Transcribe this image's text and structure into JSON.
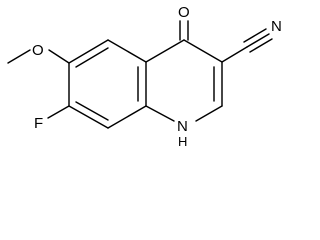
{
  "molecule": {
    "atoms": {
      "oxygen_ketone": "O",
      "nitrogen_nitrile": "N",
      "oxygen_methoxy": "O",
      "fluorine": "F",
      "ring_nitrogen": "N",
      "ring_hydrogen": "H"
    },
    "colors": {
      "line": "#000000",
      "background": "#ffffff"
    }
  }
}
